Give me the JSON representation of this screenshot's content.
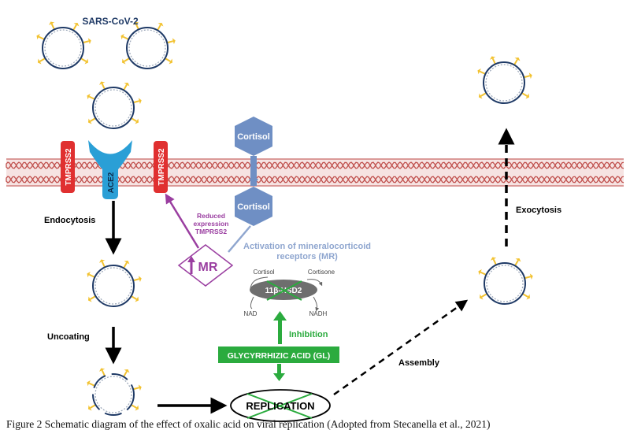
{
  "labels": {
    "virus": "SARS-CoV-2",
    "tmprss2": "TMPRSS2",
    "ace2": "ACE2",
    "cortisol": "Cortisol",
    "endocytosis": "Endocytosis",
    "uncoating": "Uncoating",
    "reduced_expression": [
      "Reduced",
      "expression",
      "TMPRSS2"
    ],
    "mr": "MR",
    "mr_activation": [
      "Activation of mineralocorticoid",
      "receptors (MR)"
    ],
    "enzyme_cortisol": "Cortisol",
    "enzyme_cortisone": "Cortisone",
    "enzyme": "11β-HSD2",
    "nad": "NAD",
    "nadh": "NADH",
    "inhibition": "Inhibition",
    "gl": "GLYCYRRHIZIC ACID (GL)",
    "replication": "REPLICATION",
    "assembly": "Assembly",
    "exocytosis": "Exocytosis"
  },
  "caption": "Figure 2 Schematic diagram of the effect of oxalic acid on viral replication (Adopted from Stecanella et al., 2021)",
  "colors": {
    "membrane": "#c0504d",
    "membrane_bg": "#f2dcdb",
    "virus_ring": "#1f3a66",
    "spike": "#f2c230",
    "tmprss2": "#e03030",
    "ace2": "#2a9fd6",
    "cortisol": "#6f8fc4",
    "mr": "#9a3ea0",
    "mr_text": "#8fa6cf",
    "green": "#2bab3e",
    "enzyme": "#6e6e6e"
  }
}
